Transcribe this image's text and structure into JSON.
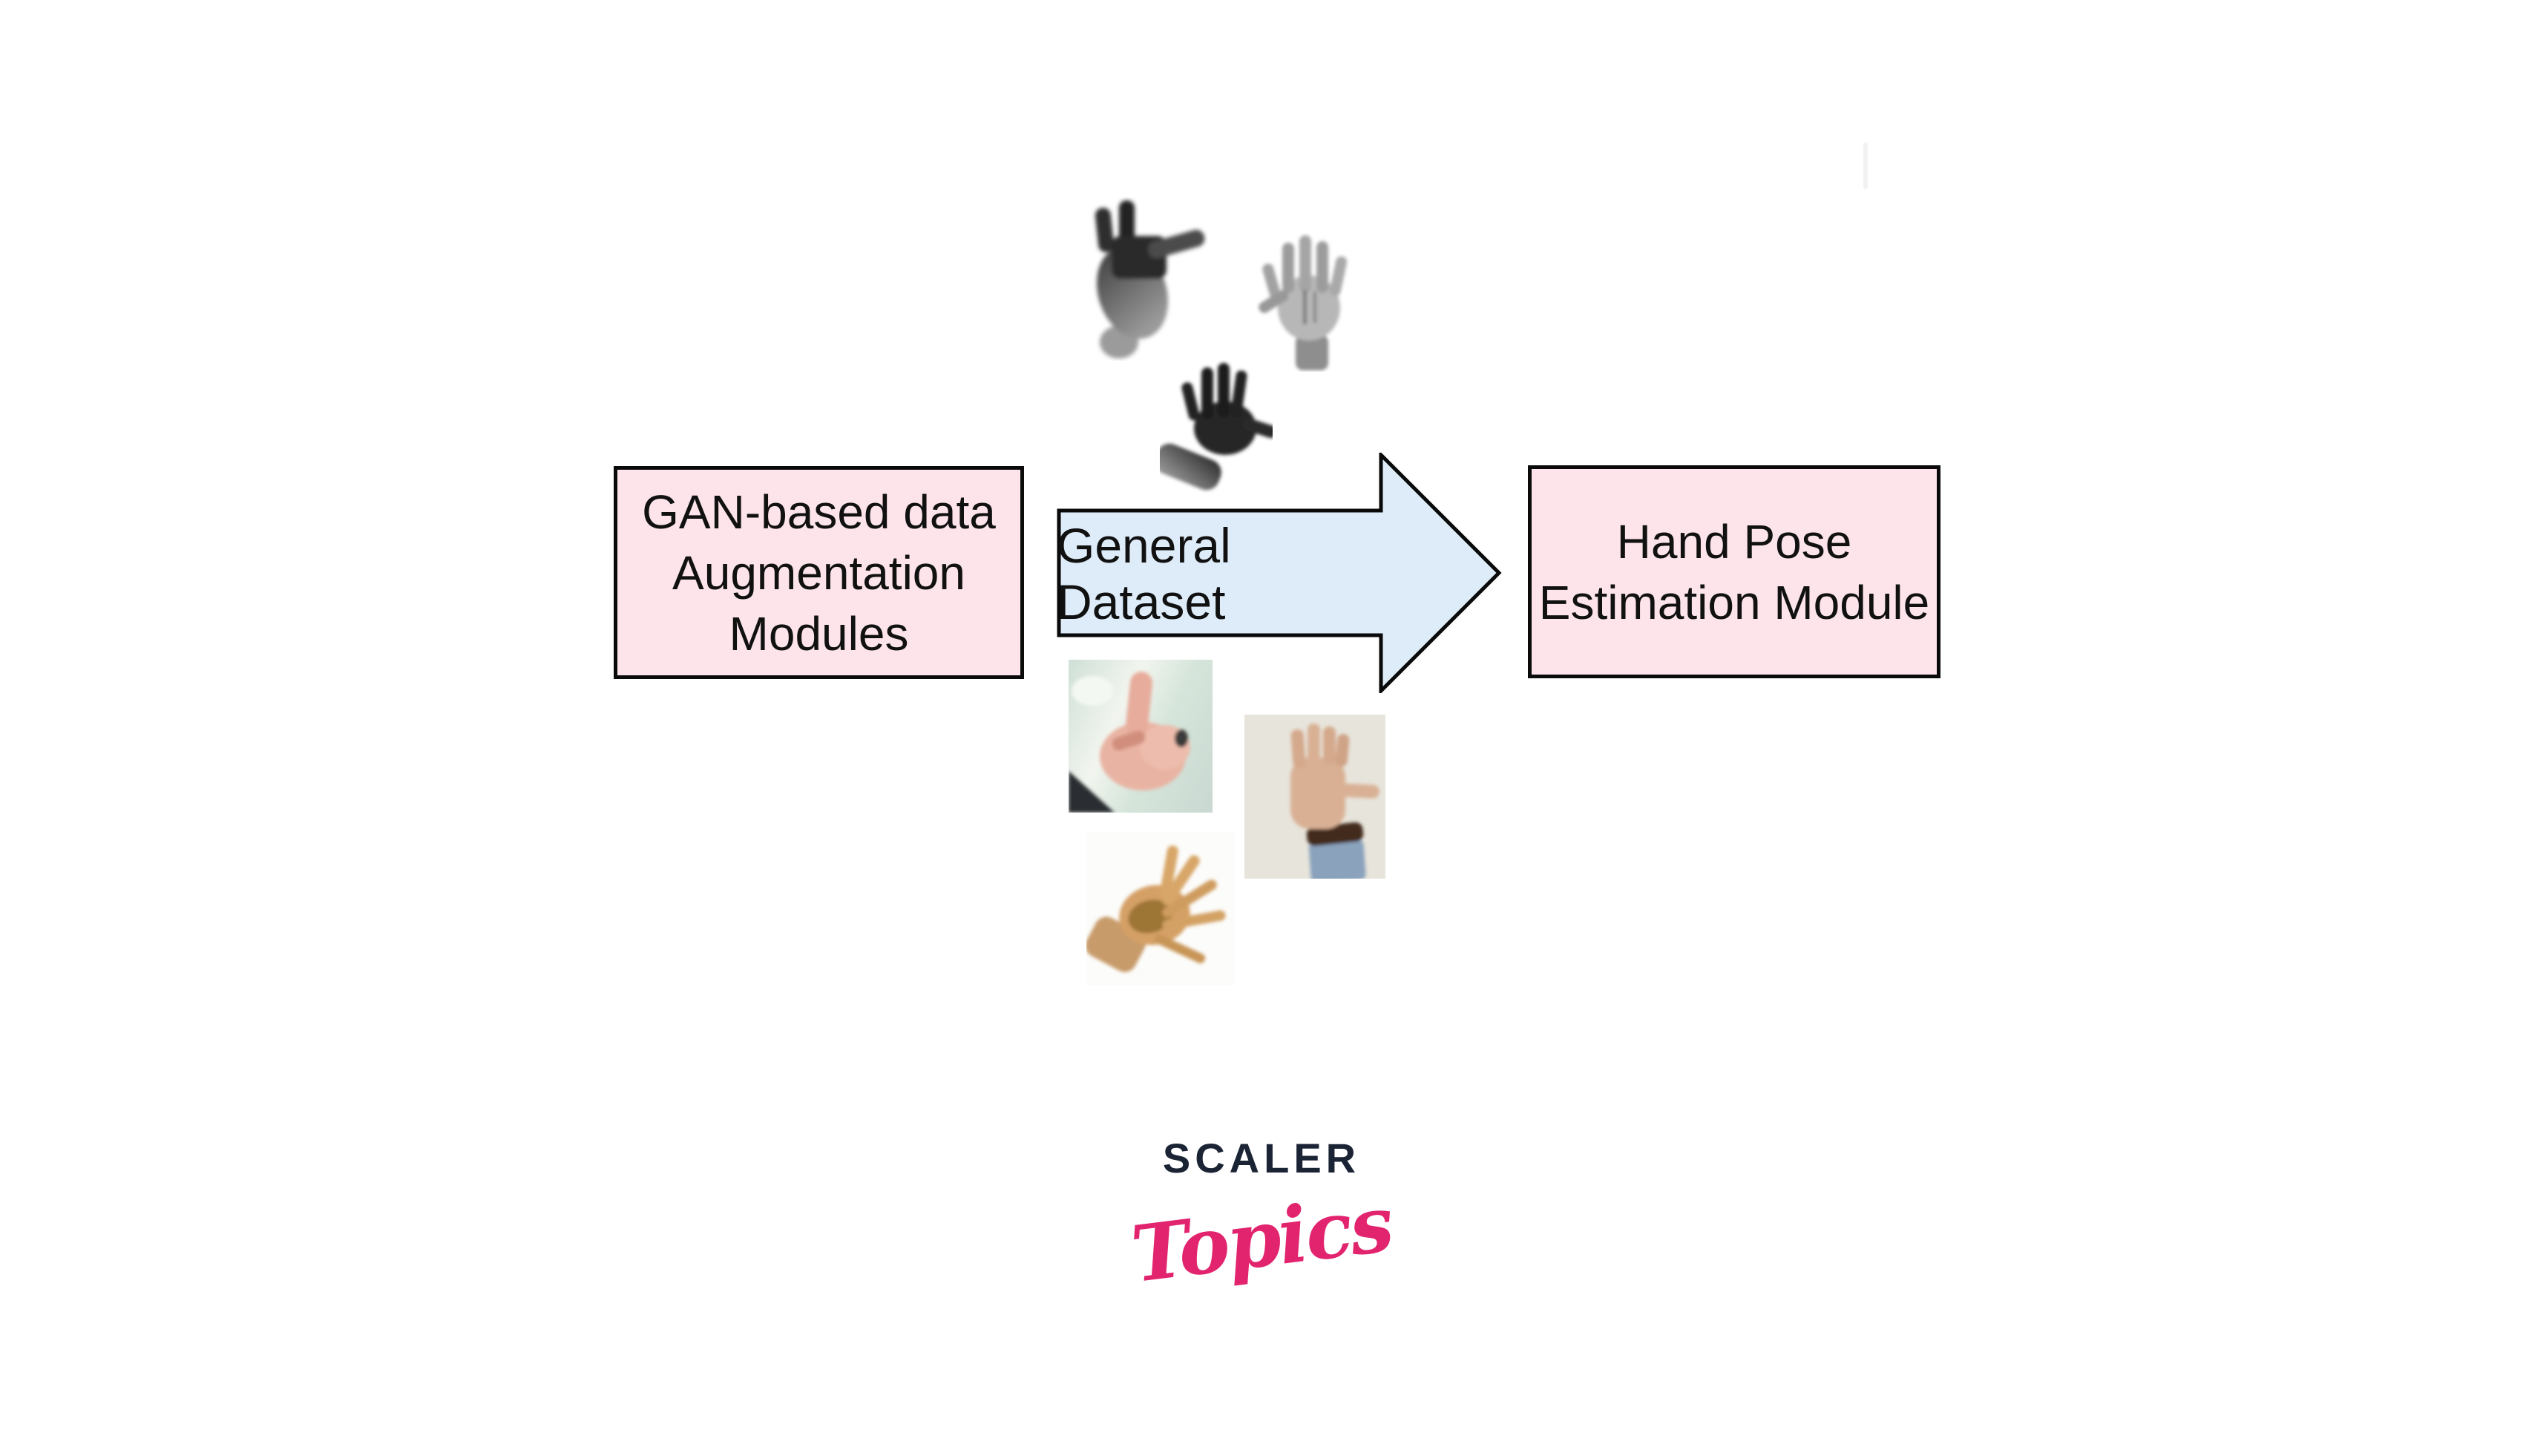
{
  "diagram": {
    "left_box": {
      "lines": [
        "GAN-based data",
        "Augmentation",
        "Modules"
      ]
    },
    "arrow": {
      "label": "General Dataset",
      "direction": "right"
    },
    "right_box": {
      "lines": [
        "Hand Pose",
        "Estimation Module"
      ]
    }
  },
  "images": {
    "depth_hands": [
      {
        "name": "depth-hand-shaka-gesture",
        "style": "grayscale depth map, dark hand with thumb extended right"
      },
      {
        "name": "depth-hand-open-palm-light",
        "style": "grayscale depth map, light open palm fingers up"
      },
      {
        "name": "depth-hand-open-palm-dark",
        "style": "grayscale depth map, dark open hand tilted, wrist lower-left"
      }
    ],
    "photo_hands": [
      {
        "name": "photo-hand-pointing-up",
        "style": "color photo, index finger up, pale green background, dark sleeve corner"
      },
      {
        "name": "photo-hand-palm-out",
        "style": "color photo, palm out thumb right, beige background, dark wristband, denim sleeve"
      },
      {
        "name": "photo-hand-spread-fingers",
        "style": "color photo, widely spread tan hand, white background"
      }
    ]
  },
  "logo": {
    "primary": "SCALER",
    "secondary": "Topics"
  },
  "colors": {
    "box_fill": "#fce4ea",
    "box_border": "#0a0a0a",
    "arrow_fill": "#deecf9",
    "arrow_border": "#0a0a0a",
    "logo_navy": "#1b2435",
    "logo_pink": "#e2246e",
    "decor_line": "#f2f2f2"
  }
}
